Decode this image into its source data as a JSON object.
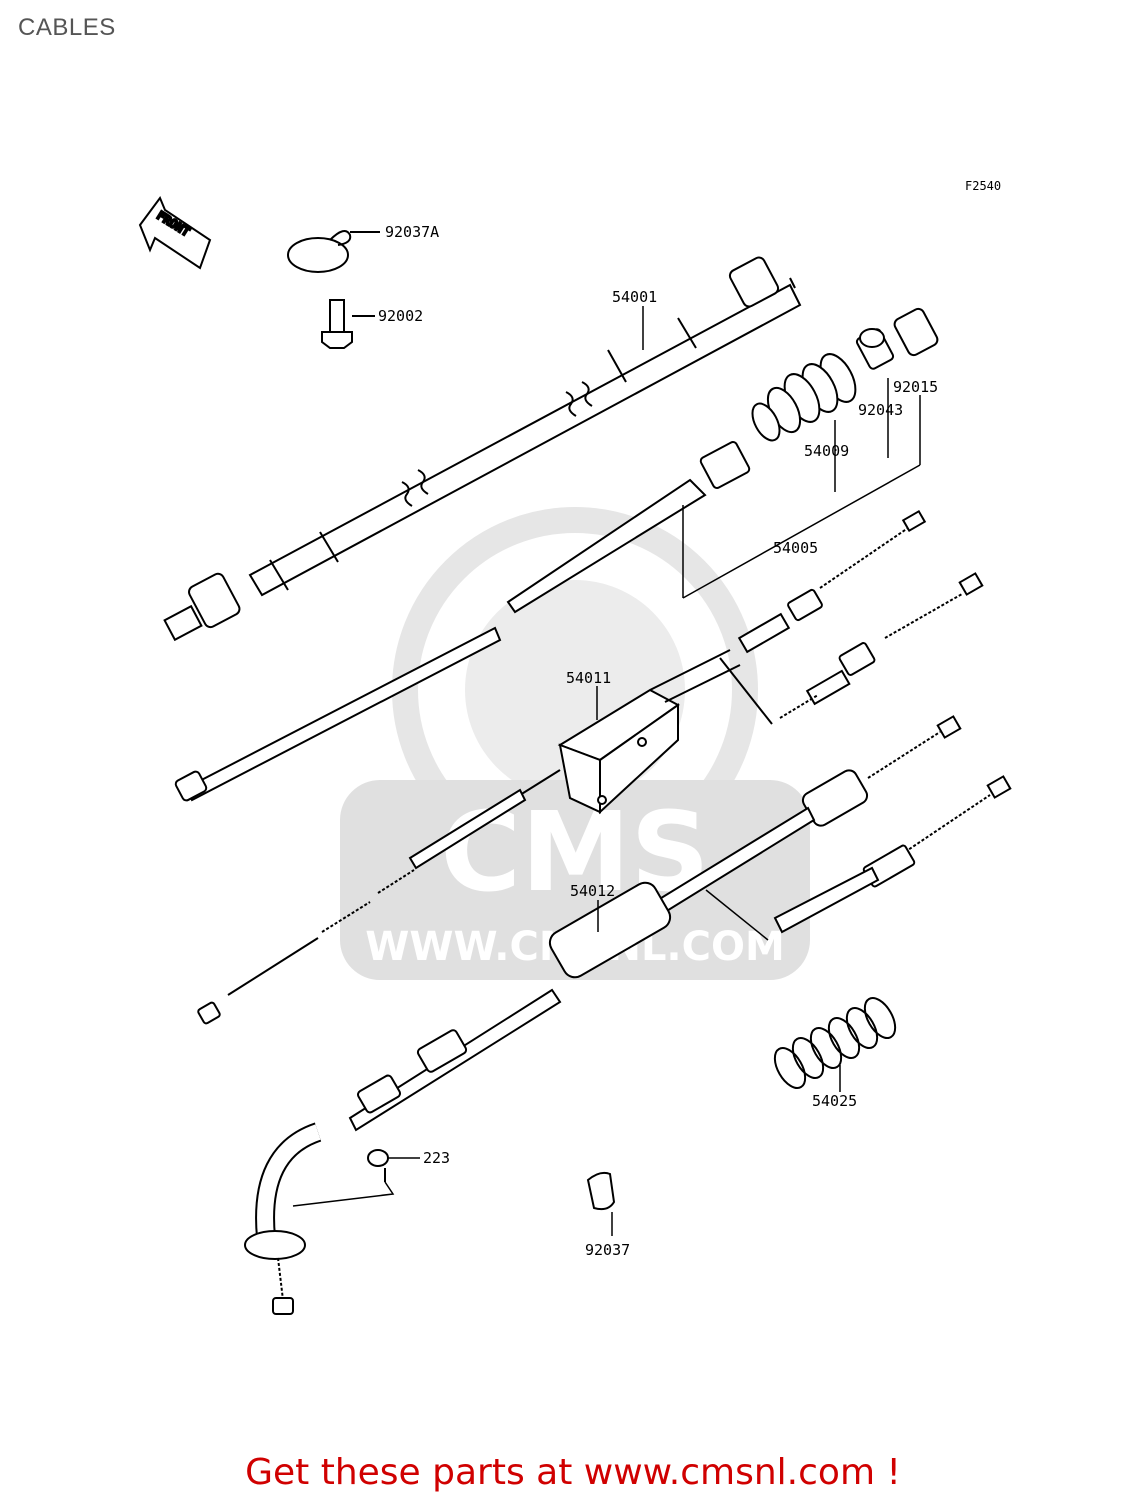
{
  "page": {
    "title": "CABLES"
  },
  "diagram": {
    "figure_code": "F2540",
    "front_label": "FRONT",
    "callouts": [
      {
        "id": "92037A",
        "label": "92037A"
      },
      {
        "id": "92002",
        "label": "92002"
      },
      {
        "id": "54001",
        "label": "54001"
      },
      {
        "id": "92015",
        "label": "92015"
      },
      {
        "id": "92043",
        "label": "92043"
      },
      {
        "id": "54009",
        "label": "54009"
      },
      {
        "id": "54005",
        "label": "54005"
      },
      {
        "id": "54011",
        "label": "54011"
      },
      {
        "id": "54012",
        "label": "54012"
      },
      {
        "id": "54025",
        "label": "54025"
      },
      {
        "id": "223",
        "label": "223"
      },
      {
        "id": "92037",
        "label": "92037"
      }
    ]
  },
  "watermark": {
    "brand": "CMS",
    "url": "WWW.CMSNL.COM"
  },
  "footer": {
    "text": "Get these parts at www.cmsnl.com !"
  },
  "colors": {
    "footer": "#d00000",
    "title": "#555555",
    "watermark": "#e2e2e2",
    "line": "#000000"
  }
}
